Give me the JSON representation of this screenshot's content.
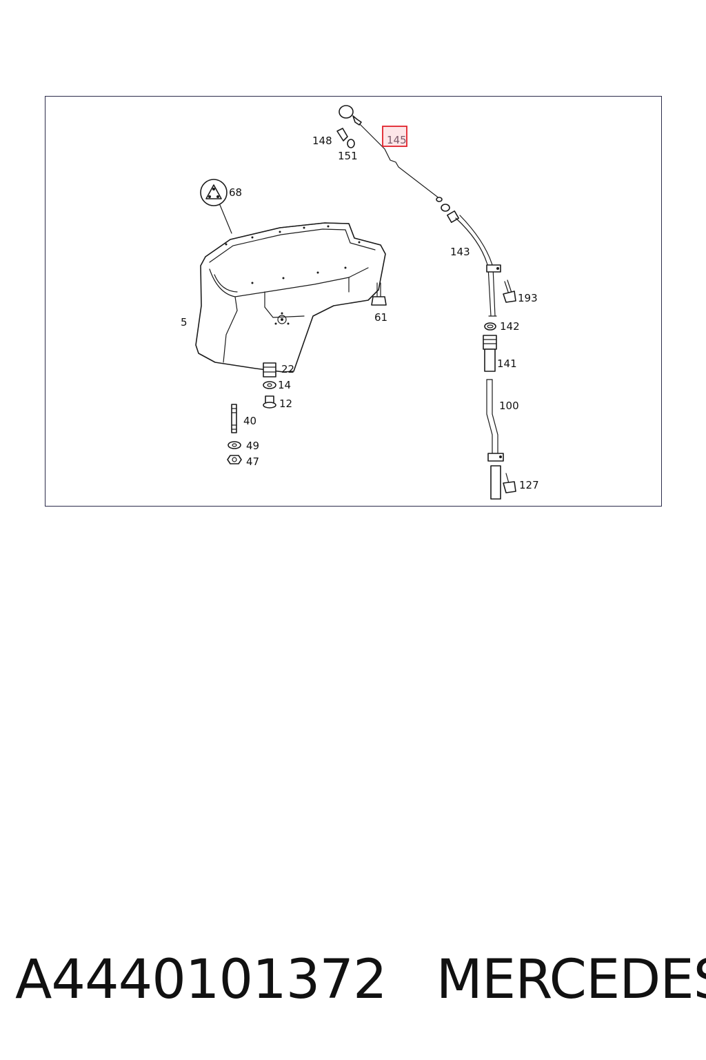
{
  "diagram": {
    "callouts": {
      "c148": "148",
      "c151": "151",
      "c145": "145",
      "c68": "68",
      "c143": "143",
      "c193": "193",
      "c5": "5",
      "c61": "61",
      "c142": "142",
      "c141": "141",
      "c22": "22",
      "c14": "14",
      "c12": "12",
      "c100": "100",
      "c40": "40",
      "c49": "49",
      "c47": "47",
      "c127": "127"
    },
    "highlighted_callout": "145",
    "highlight_color": "#e0202a"
  },
  "footer": {
    "part_number": "A4440101372",
    "brand": "MERCEDES"
  }
}
